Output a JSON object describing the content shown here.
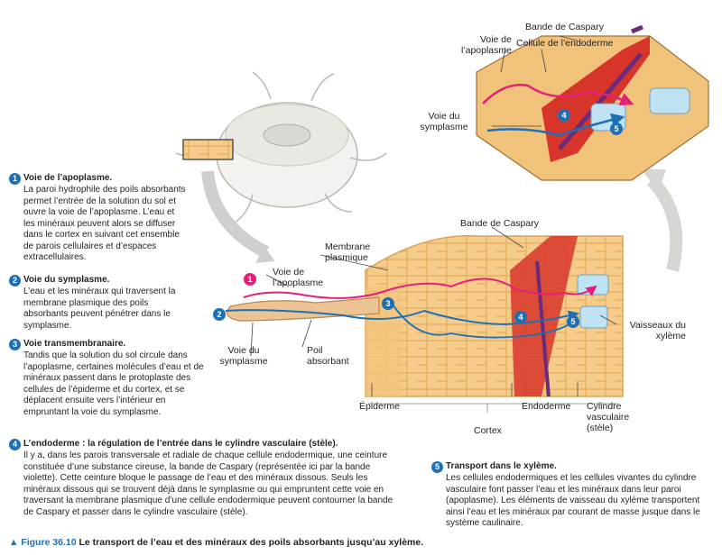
{
  "callouts": [
    {
      "num": "1",
      "title": "Voie de l’apoplasme.",
      "body": "La paroi hydrophile des poils absorbants permet l’entrée de la solution du sol et ouvre la voie de l’apoplasme. L’eau et les minéraux peuvent alors se diffuser dans le cortex en suivant cet ensemble de parois cellulaires et d’espaces extracellulaires."
    },
    {
      "num": "2",
      "title": "Voie du symplasme.",
      "body": "L’eau et les minéraux qui traversent la membrane plasmique des poils absorbants peuvent pénétrer dans le symplasme."
    },
    {
      "num": "3",
      "title": "Voie transmembranaire.",
      "body": "Tandis que la solution du sol circule dans l’apoplasme, certaines molécules d’eau et de minéraux passent dans le protoplaste des cellules de l’épiderme et du cortex, et se déplacent ensuite vers l’intérieur en empruntant la voie du symplasme."
    },
    {
      "num": "4",
      "title": "L’endoderme : la régulation de l’entrée dans le cylindre vasculaire (stèle).",
      "body": "Il y a, dans les parois transversale et radiale de chaque cellule endodermique, une ceinture constituée d’une substance cireuse, la bande de Caspary (représentée ici par la bande violette). Cette ceinture bloque le passage de l’eau et des minéraux dissous. Seuls les minéraux dissous qui se trouvent déjà dans le symplasme ou qui empruntent cette voie en traversant la membrane plasmique d’une cellule endodermique peuvent contourner la bande de Caspary et passer dans le cylindre vasculaire (stèle)."
    },
    {
      "num": "5",
      "title": "Transport dans le xylème.",
      "body": "Les cellules endodermiques et les cellules vivantes du cylindre vasculaire font passer l’eau et les minéraux dans leur paroi (apoplasme). Les éléments de vaisseau du xylème transportent ainsi l’eau et les minéraux par courant de masse jusque dans le système caulinaire."
    }
  ],
  "labels": {
    "bande_caspary_top": "Bande de Caspary",
    "cellule_endoderme": "Cellule de l’endoderme",
    "voie_apoplasme_top": "Voie de l’apoplasme",
    "voie_symplasme_top": "Voie du symplasme",
    "bande_caspary_mid": "Bande de Caspary",
    "membrane_plasmique": "Membrane plasmique",
    "voie_apoplasme_mid": "Voie de l’apoplasme",
    "voie_symplasme_low": "Voie du symplasme",
    "poil_absorbant": "Poil absorbant",
    "vaisseaux_xyleme": "Vaisseaux du xylème",
    "epiderme": "Épiderme",
    "endoderme": "Endoderme",
    "cylindre_vasculaire": "Cylindre vasculaire (stèle)",
    "cortex": "Cortex"
  },
  "markers": [
    "1",
    "2",
    "3",
    "4",
    "5"
  ],
  "caption": {
    "prefix": "▲ Figure 36.10",
    "text": "Le transport de l’eau et des minéraux des poils absorbants jusqu’au xylème."
  },
  "colors": {
    "apoplast": "#e6207a",
    "symplast": "#1f6fb4",
    "caspary": "#6b2a7a",
    "endoderm": "#d8352a",
    "xylem": "#bfe3f2",
    "cortex": "#f7cf8f",
    "marker": "#1f6fb4"
  }
}
